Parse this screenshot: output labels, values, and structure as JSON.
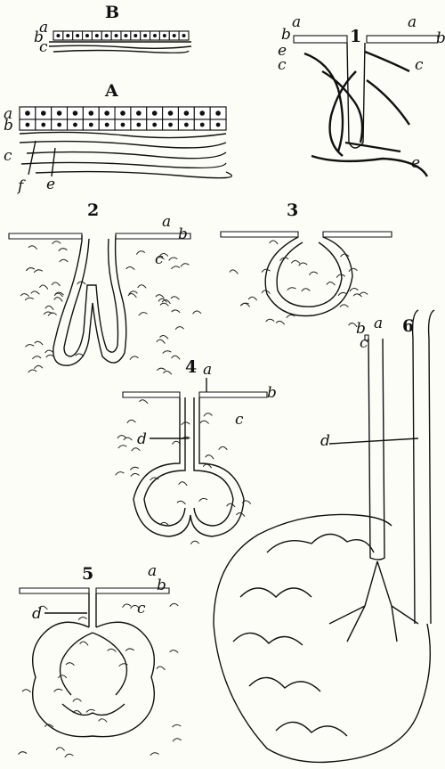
{
  "panels": {
    "B": {
      "label": "B",
      "layers": [
        "a",
        "b",
        "c"
      ]
    },
    "A": {
      "label": "A",
      "layers": [
        "a",
        "b",
        "c",
        "f",
        "e"
      ]
    },
    "p1": {
      "label": "1",
      "layers": [
        "a",
        "a",
        "b",
        "b",
        "e",
        "c",
        "c",
        "e"
      ]
    },
    "p2": {
      "label": "2",
      "layers": [
        "a",
        "b",
        "c"
      ]
    },
    "p3": {
      "label": "3"
    },
    "p4": {
      "label": "4",
      "layers": [
        "a",
        "b",
        "c",
        "d"
      ]
    },
    "p5": {
      "label": "5",
      "layers": [
        "a",
        "b",
        "c",
        "d"
      ]
    },
    "p6": {
      "label": "6",
      "layers": [
        "a",
        "b",
        "c",
        "d"
      ]
    }
  }
}
